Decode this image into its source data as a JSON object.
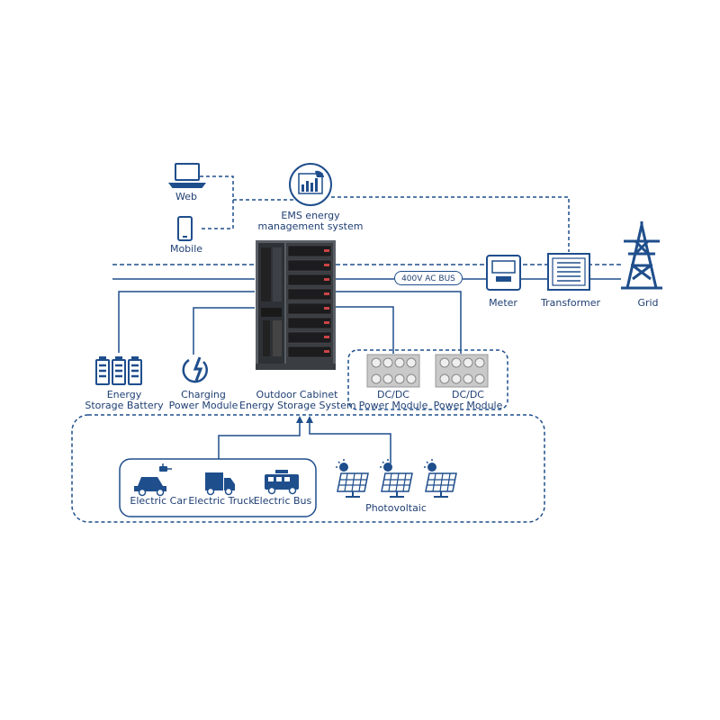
{
  "colors": {
    "primary": "#1f4e8c",
    "dark": "#0f2f5c",
    "text": "#1f3f73",
    "cabinet": "#555a60",
    "cabinet_dark": "#2b2e33",
    "module_gray": "#c9c9c9"
  },
  "nodes": {
    "web": "Web",
    "mobile": "Mobile",
    "ems": [
      "EMS energy",
      "management system"
    ],
    "meter": "Meter",
    "transformer": "Transformer",
    "grid": "Grid",
    "bus": "400V AC BUS",
    "battery": [
      "Energy",
      "Storage Battery"
    ],
    "charging": [
      "Charging",
      "Power Module"
    ],
    "cabinet": [
      "Outdoor Cabinet",
      "Energy Storage System"
    ],
    "dcdc_1": [
      "DC/DC",
      "Power Module"
    ],
    "dcdc_2": [
      "DC/DC",
      "Power Module"
    ],
    "electric_car": "Electric Car",
    "electric_truck": "Electric Truck",
    "electric_bus": "Electric Bus",
    "photovoltaic": "Photovoltaic"
  },
  "icons": {
    "web": "laptop-icon",
    "mobile": "smartphone-icon",
    "ems": "dashboard-chart-icon",
    "meter": "meter-icon",
    "transformer": "transformer-icon",
    "grid": "power-tower-icon",
    "battery": "battery-icon",
    "charging": "charging-icon",
    "car": "electric-car-icon",
    "truck": "truck-icon",
    "bus": "bus-icon",
    "solar": "solar-panel-icon"
  }
}
